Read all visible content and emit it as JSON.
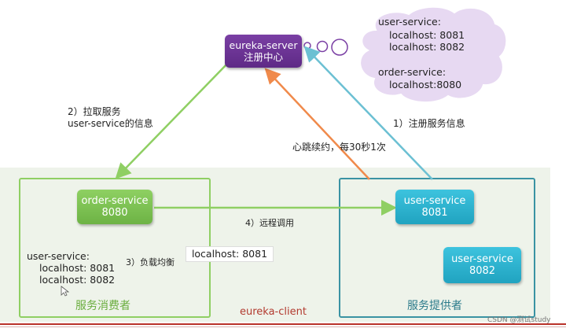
{
  "eureka": {
    "name": "eureka-server",
    "subtitle": "注册中心"
  },
  "cloud": {
    "line1": "user-service:",
    "line2": "localhost: 8081",
    "line3": "localhost: 8082",
    "line4": "order-service:",
    "line5": "localhost:8080"
  },
  "order": {
    "name": "order-service",
    "port": "8080"
  },
  "user1": {
    "name": "user-service",
    "port": "8081"
  },
  "user2": {
    "name": "user-service",
    "port": "8082"
  },
  "labels": {
    "pull_1": "2）拉取服务",
    "pull_2": "user-service的信息",
    "register": "1）注册服务信息",
    "heartbeat": "心跳续约，每30秒1次",
    "remote_call": "4）远程调用",
    "load_balance": "3）负载均衡",
    "consumer": "服务消费者",
    "provider": "服务提供者",
    "client": "eureka-client",
    "watermark": "CSDN @测试study"
  },
  "consumer_list": {
    "line1": "user-service:",
    "line2": "localhost: 8081",
    "line3": "localhost: 8082"
  },
  "selected_address": "localhost: 8081",
  "colors": {
    "eureka": "#6b3396",
    "order": "#7cc251",
    "user": "#2ab3cf",
    "pull_arrow": "#8fcf63",
    "register_arrow": "#6cc0d3",
    "heartbeat_arrow": "#f08a4b",
    "client_text": "#b23a2f"
  }
}
